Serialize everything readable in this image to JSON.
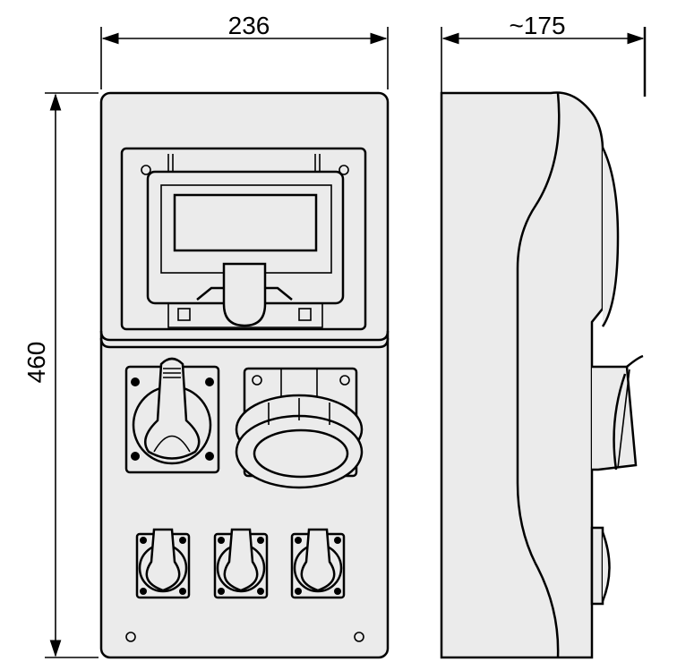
{
  "dimensions": {
    "width": "236",
    "depth": "~175",
    "height": "460"
  },
  "colors": {
    "body": "#ebebeb",
    "line": "#000000"
  }
}
